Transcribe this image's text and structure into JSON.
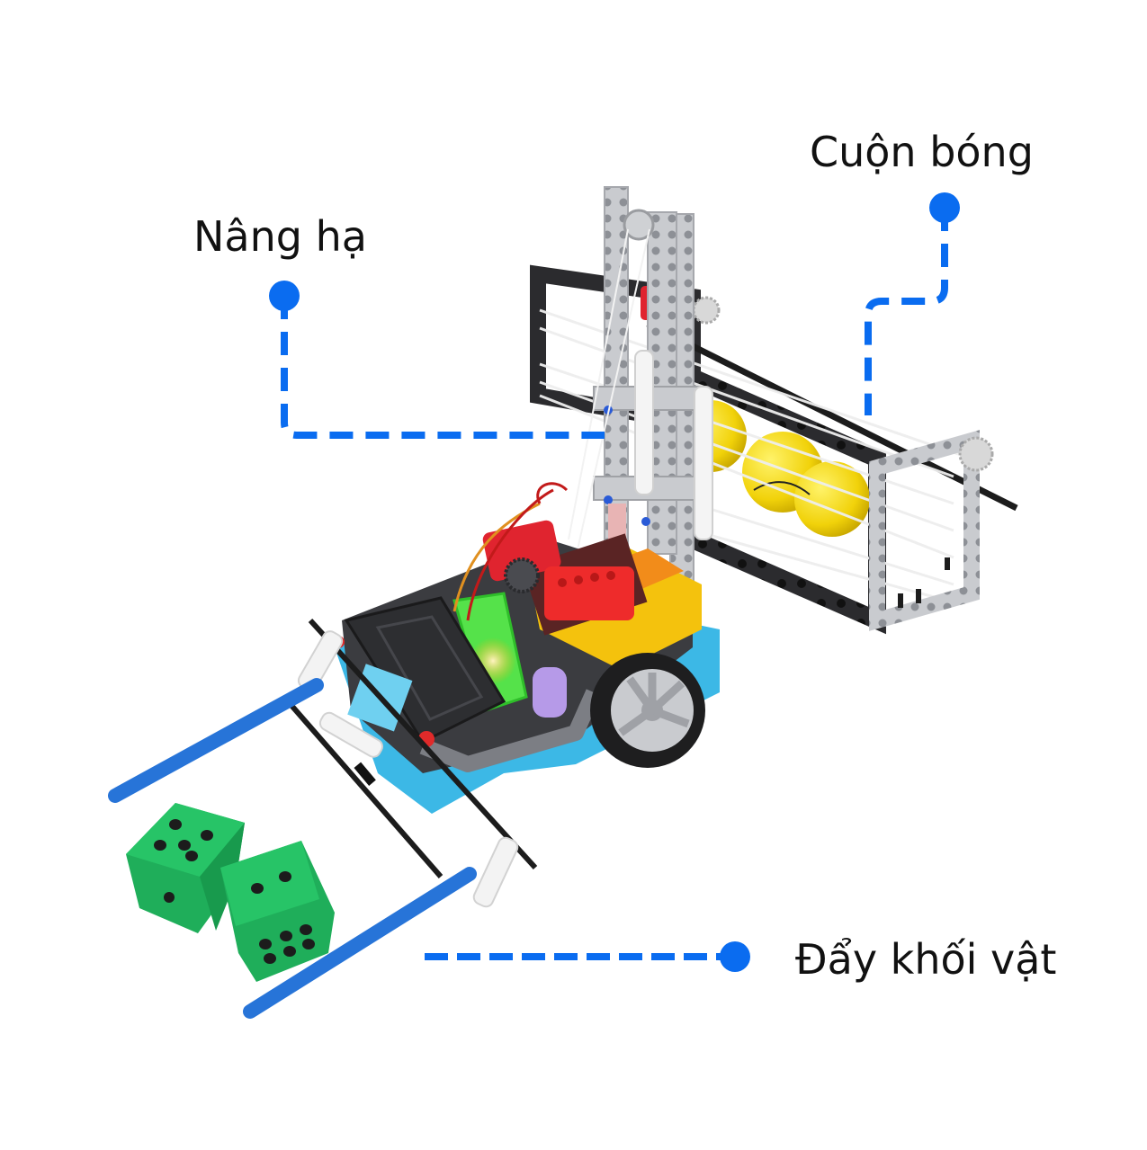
{
  "figure": {
    "subject": "Robot xe nâng gắp bóng và đẩy khối vật",
    "accent_color": "#0a6cf0"
  },
  "callouts": [
    {
      "id": "cuon-bong",
      "label": "Cuộn bóng",
      "target": "ball-roller-cage"
    },
    {
      "id": "nang-ha",
      "label": "Nâng hạ",
      "target": "lift-mast"
    },
    {
      "id": "day-khoi-vat",
      "label": "Đẩy khối vật",
      "target": "pusher-arms"
    }
  ],
  "objects": {
    "dice": [
      {
        "name": "green-die-back",
        "color": "#1fae5a",
        "top_pips": 5,
        "side_pips": 1
      },
      {
        "name": "green-die-front",
        "color": "#1fae5a",
        "top_pips": 2,
        "side_pips": 6
      }
    ],
    "balls": {
      "color": "#f5d90f",
      "count": 3
    }
  }
}
